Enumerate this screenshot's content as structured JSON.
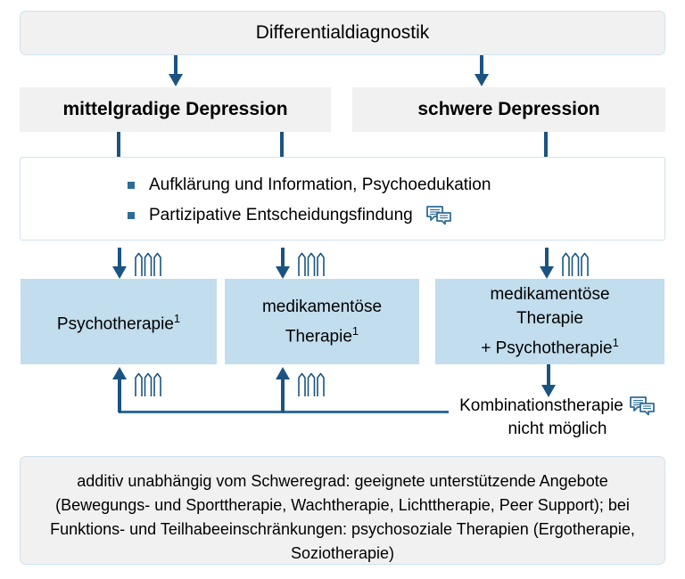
{
  "title": {
    "label": "Differentialdiagnostik"
  },
  "severity": {
    "moderate": "mittelgradige Depression",
    "severe": "schwere Depression"
  },
  "shared_measures": {
    "items": [
      {
        "label": "Aufklärung und Information, Psychoedukation",
        "icon": null
      },
      {
        "label": "Partizipative Entscheidungsfindung",
        "icon": "shared-decision-chat-icon"
      }
    ]
  },
  "treatments": [
    {
      "name": "psychotherapy",
      "line1": "Psychotherapie",
      "line2": "",
      "line3": "",
      "footnote": "1"
    },
    {
      "name": "pharmacotherapy",
      "line1": "medikamentöse",
      "line2": "Therapie",
      "line3": "",
      "footnote": "1"
    },
    {
      "name": "combination",
      "line1": "medikamentöse",
      "line2": "Therapie",
      "line3": "+ Psychotherapie",
      "footnote": "1"
    }
  ],
  "combination_note": {
    "line1": "Kombinationstherapie",
    "line2": "nicht möglich",
    "icon": "shared-decision-chat-icon"
  },
  "footer": {
    "text": "additiv unabhängig vom Schweregrad: geeignete unterstützende Angebote (Bewegungs- und Sporttherapie, Wachtherapie, Lichttherapie, Peer Support); bei Funktions- und Teilhabeeinschränkungen: psychosoziale Therapien (Ergotherapie, Soziotherapie)"
  },
  "recommendation_symbol": {
    "name": "strong-recommendation-triple-arrow-icon",
    "arrows": 3,
    "direction": "up"
  },
  "colors": {
    "arrow_blue": "#1b5480",
    "line_blue": "#2e6c99",
    "box_blue_fill": "#c2dded",
    "box_grey_fill": "#f1f1f1",
    "border_light_blue": "#cfe2ef",
    "bullet_blue": "#2e6c99"
  }
}
